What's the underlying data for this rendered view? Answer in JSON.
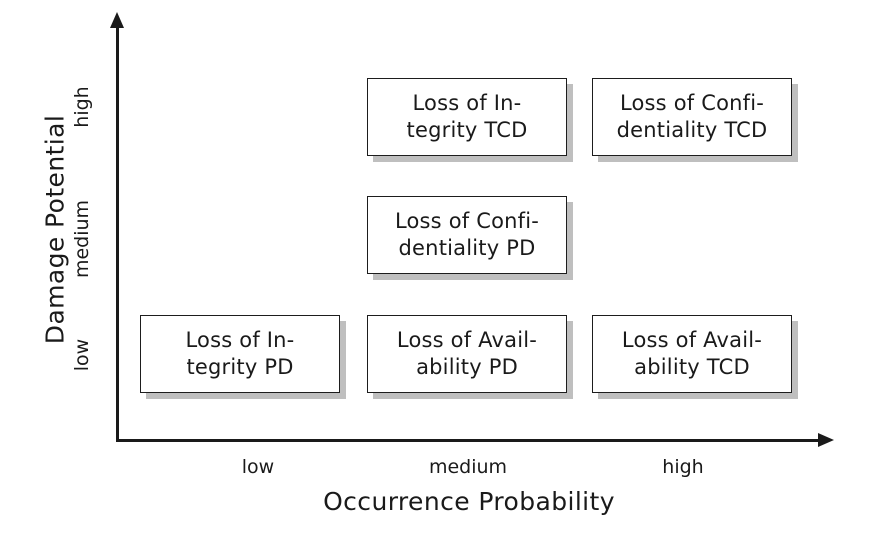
{
  "chart_data": {
    "type": "matrix",
    "title": "",
    "xlabel": "Occurrence Probability",
    "ylabel": "Damage Potential",
    "x_categories": [
      "low",
      "medium",
      "high"
    ],
    "y_categories": [
      "low",
      "medium",
      "high"
    ],
    "grid": false,
    "legend": "none",
    "cells": [
      {
        "x": "medium",
        "y": "high",
        "line1": "Loss of In-",
        "line2": "tegrity TCD"
      },
      {
        "x": "high",
        "y": "high",
        "line1": "Loss of Confi-",
        "line2": "dentiality TCD"
      },
      {
        "x": "medium",
        "y": "medium",
        "line1": "Loss of Confi-",
        "line2": "dentiality PD"
      },
      {
        "x": "low",
        "y": "low",
        "line1": "Loss of In-",
        "line2": "tegrity PD"
      },
      {
        "x": "medium",
        "y": "low",
        "line1": "Loss of Avail-",
        "line2": "ability PD"
      },
      {
        "x": "high",
        "y": "low",
        "line1": "Loss of Avail-",
        "line2": "ability TCD"
      }
    ],
    "empty_cells": [
      {
        "x": "low",
        "y": "high"
      },
      {
        "x": "low",
        "y": "medium"
      },
      {
        "x": "high",
        "y": "medium"
      }
    ],
    "colors": {
      "axis": "#1a1a1a",
      "cell_border": "#1d1d1d",
      "cell_fill": "#ffffff",
      "cell_shadow": "#bfbfbf",
      "text": "#1a1a1a",
      "background": "#ffffff"
    }
  },
  "axes": {
    "y": {
      "title": "Damage Potential",
      "ticks": {
        "high": "high",
        "medium": "medium",
        "low": "low"
      }
    },
    "x": {
      "title": "Occurrence Probability",
      "ticks": {
        "low": "low",
        "medium": "medium",
        "high": "high"
      }
    }
  },
  "cells": {
    "integrity_tcd": {
      "line1": "Loss of In-",
      "line2": "tegrity TCD"
    },
    "confidentiality_tcd": {
      "line1": "Loss of Confi-",
      "line2": "dentiality TCD"
    },
    "confidentiality_pd": {
      "line1": "Loss of Confi-",
      "line2": "dentiality PD"
    },
    "integrity_pd": {
      "line1": "Loss of In-",
      "line2": "tegrity PD"
    },
    "availability_pd": {
      "line1": "Loss of Avail-",
      "line2": "ability PD"
    },
    "availability_tcd": {
      "line1": "Loss of Avail-",
      "line2": "ability TCD"
    }
  }
}
